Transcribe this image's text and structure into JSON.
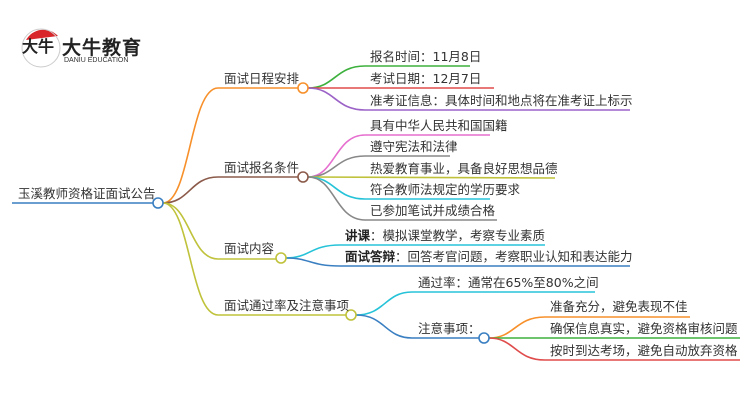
{
  "logo": {
    "brand_cn": "大牛教育",
    "brand_en": "DANIU EDUCATION",
    "mark": "大牛"
  },
  "root": {
    "label": "玉溪教师资格证面试公告"
  },
  "branches": [
    {
      "label": "面试日程安排",
      "color": "#f7902a",
      "children": [
        {
          "label": "报名时间：11月8日",
          "color": "#3db13d"
        },
        {
          "label": "考试日期：12月7日",
          "color": "#e04b4b"
        },
        {
          "label": "准考证信息：具体时间和地点将在准考证上标示",
          "color": "#9b62c7"
        }
      ]
    },
    {
      "label": "面试报名条件",
      "color": "#8b5a4a",
      "children": [
        {
          "label": "具有中华人民共和国国籍",
          "color": "#e66fcf"
        },
        {
          "label": "遵守宪法和法律",
          "color": "#888888"
        },
        {
          "label": "热爱教育事业，具备良好思想品德",
          "color": "#bfc23a"
        },
        {
          "label": "符合教师法规定的学历要求",
          "color": "#26c3d8"
        },
        {
          "label": "已参加笔试并成绩合格",
          "color": "#888888"
        }
      ]
    },
    {
      "label": "面试内容",
      "color": "#bfc23a",
      "children": [
        {
          "bold": "讲课",
          "label": "：模拟课堂教学，考察专业素质",
          "color": "#26c3d8"
        },
        {
          "bold": "面试答辩",
          "label": "：回答考官问题，考察职业认知和表达能力",
          "color": "#3a7fc1"
        }
      ]
    },
    {
      "label": "面试通过率及注意事项",
      "color": "#bfc23a",
      "children": [
        {
          "label": "通过率：通常在65%至80%之间",
          "color": "#26c3d8"
        },
        {
          "label": "注意事项：",
          "color": "#3a7fc1",
          "children": [
            {
              "label": "准备充分，避免表现不佳",
              "color": "#f7902a"
            },
            {
              "label": "确保信息真实，避免资格审核问题",
              "color": "#3db13d"
            },
            {
              "label": "按时到达考场，避免自动放弃资格",
              "color": "#e04b4b"
            }
          ]
        }
      ]
    }
  ]
}
